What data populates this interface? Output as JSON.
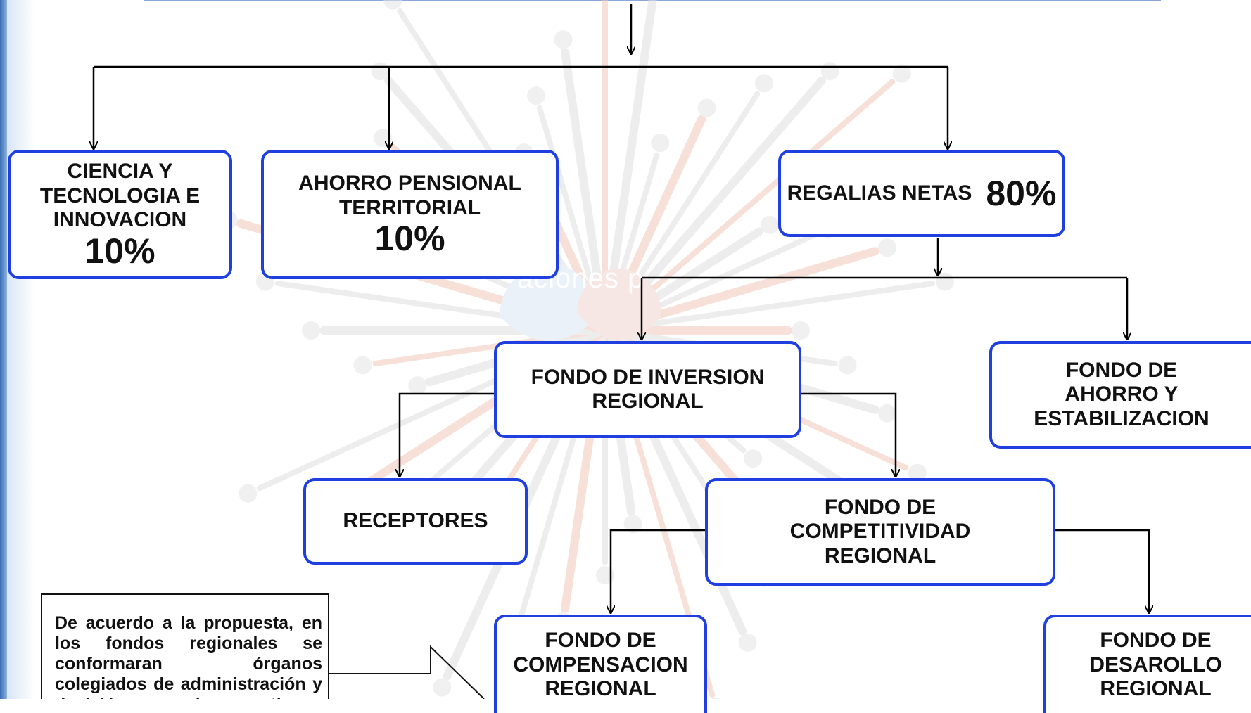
{
  "watermark": "aciones p",
  "nodes": {
    "ciencia": {
      "label": "CIENCIA Y\nTECNOLOGIA E\nINNOVACION",
      "percent": "10%"
    },
    "ahorro_pensional": {
      "label": "AHORRO PENSIONAL\nTERRITORIAL",
      "percent": "10%"
    },
    "regalias": {
      "label": "REGALIAS NETAS",
      "percent": "80%"
    },
    "fondo_inversion": {
      "label": "FONDO DE  INVERSION\nREGIONAL"
    },
    "fondo_ahorro_estab": {
      "label": "FONDO DE\nAHORRO Y\nESTABILIZACION"
    },
    "receptores": {
      "label": "RECEPTORES"
    },
    "fondo_competitividad": {
      "label": "FONDO DE\nCOMPETITIVIDAD\nREGIONAL"
    },
    "fondo_compensacion": {
      "label": "FONDO DE\nCOMPENSACION\nREGIONAL"
    },
    "fondo_desarollo": {
      "label": "FONDO DE\nDESAROLLO\nREGIONAL"
    }
  },
  "note": "De acuerdo a la propuesta, en los fondos regionales se conformaran órganos colegiados de administración y decisión en el que tienen participación los departamentos y la Nación"
}
